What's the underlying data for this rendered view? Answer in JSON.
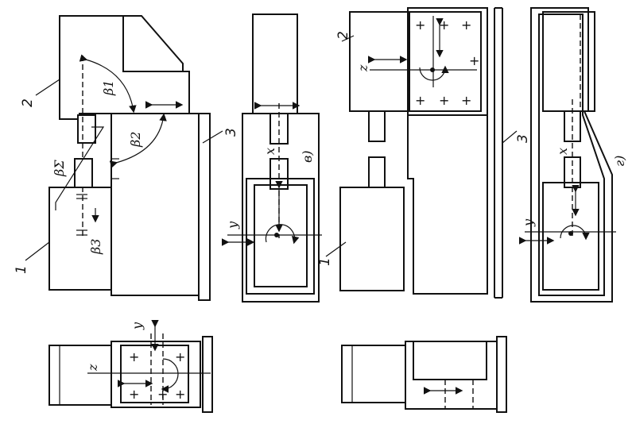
{
  "labels": {
    "part_1": "1",
    "part_2": "2",
    "part_3": "3",
    "beta_1": "β1",
    "beta_2": "β2",
    "beta_3": "β3",
    "beta_sigma": "βΣ",
    "axis_x": "x",
    "axis_y": "y",
    "axis_z": "z",
    "view_v": "в)",
    "view_g": "г)",
    "plus": "+"
  }
}
